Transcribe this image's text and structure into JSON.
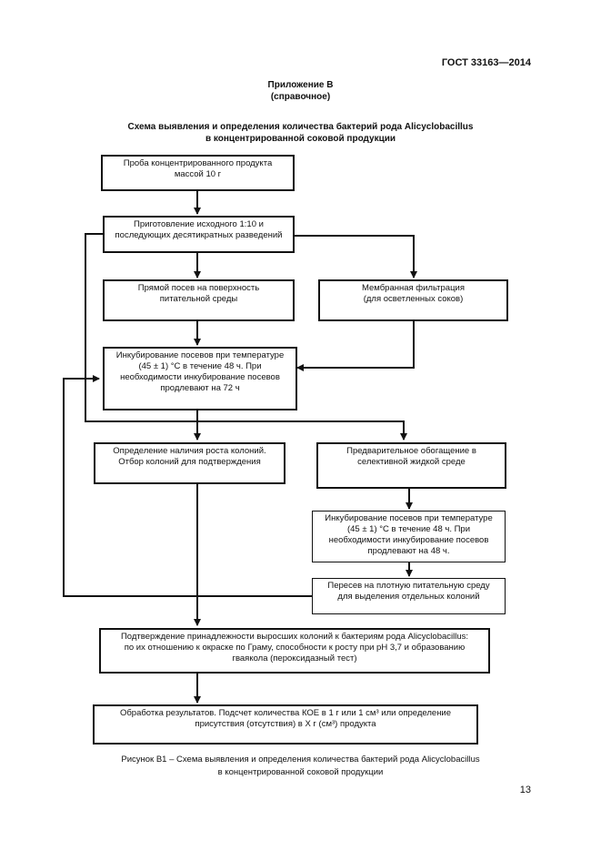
{
  "header": {
    "doc_code": "ГОСТ 33163—2014",
    "appendix": "Приложение В",
    "appendix_note": "(справочное)",
    "scheme_title_1": "Схема выявления и определения количества бактерий рода Alicyclobacillus",
    "scheme_title_2": "в концентрированной соковой продукции"
  },
  "boxes": {
    "sample": "Проба концентрированного продукта\nмассой 10 г",
    "dilution": "Приготовление исходного 1:10 и\nпоследующих десятикратных разведений",
    "direct_plating": "Прямой посев на поверхность\nпитательной среды",
    "membrane": "Мембранная фильтрация\n(для осветленных соков)",
    "incubation_1": "Инкубирование посевов при температуре\n(45 ± 1) °С в течение 48 ч. При\nнеобходимости инкубирование посевов\nпродлевают на 72 ч",
    "growth_check": "Определение наличия роста колоний.\nОтбор колоний для подтверждения",
    "enrichment": "Предварительное обогащение в\nселективной жидкой среде",
    "incubation_2": "Инкубирование посевов при температуре\n(45 ± 1) °С в течение 48 ч. При\nнеобходимости инкубирование посевов\nпродлевают на 48 ч.",
    "replating": "Пересев на плотную питательную среду\nдля выделения отдельных колоний",
    "confirmation": "Подтверждение принадлежности выросших колоний к бактериям рода Alicyclobacillus:\nпо их отношению к окраске по Граму, способности к росту при pH 3,7 и образованию\nгваякола (пероксидазный тест)",
    "results": "Обработка результатов. Подсчет количества КОЕ в 1 г или 1 см³ или определение\nприсутствия (отсутствия) в X г (см³) продукта"
  },
  "caption": {
    "line_1": "Рисунок В1 – Схема выявления и определения количества бактерий рода Alicyclobacillus",
    "line_2": "в концентрированной соковой продукции"
  },
  "page_number": "13"
}
